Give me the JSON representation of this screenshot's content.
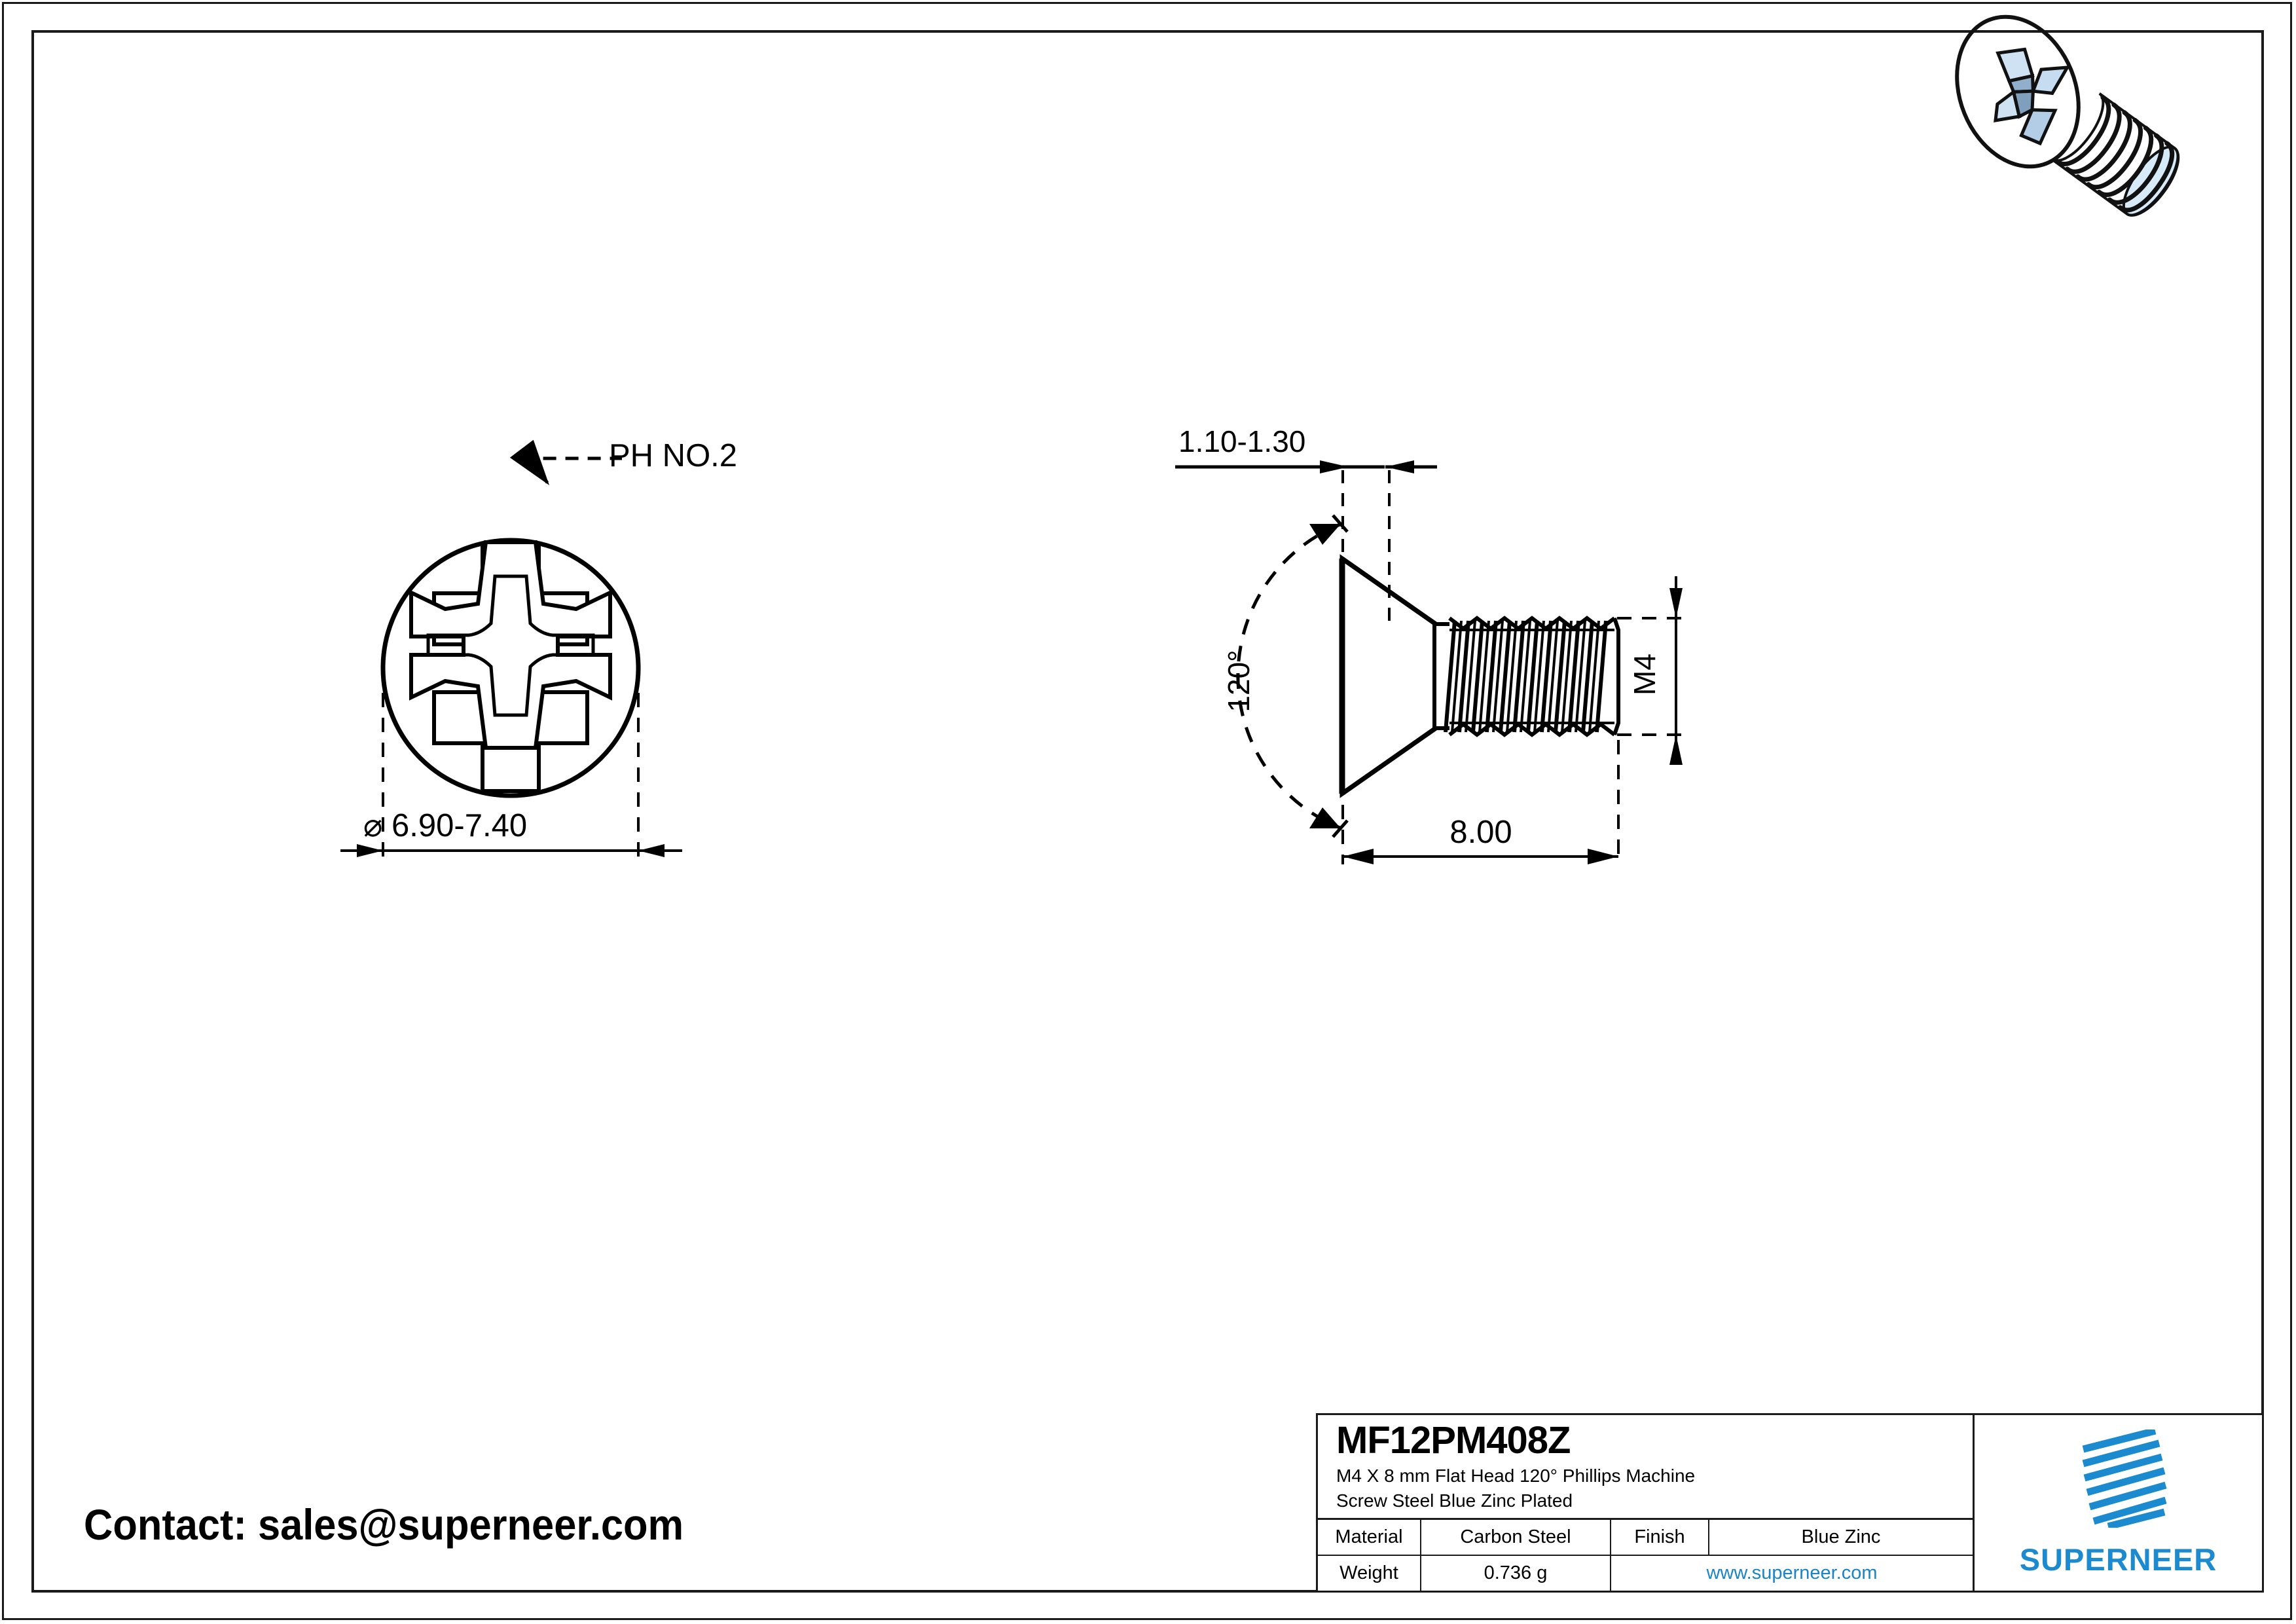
{
  "sheet": {
    "background": "#ffffff",
    "frame_color": "#1a1a1a"
  },
  "contact": {
    "text": "Contact: sales@superneer.com"
  },
  "render_3d": {
    "name": "isometric-screw-render",
    "head_fill": "#b4d2ee",
    "shank_fill": "#cfe6f6",
    "outline": "#111111",
    "description": "M4 x 8 mm flat head 120 degree Phillips machine screw, blue zinc plated"
  },
  "top_view": {
    "leader_label": "PH NO.2",
    "diameter_dim": "⌀ 6.90-7.40",
    "head_diameter_min": 6.9,
    "head_diameter_max": 7.4,
    "drive": "Phillips PH2"
  },
  "side_view": {
    "head_height_dim": "1.10-1.30",
    "head_height_min": 1.1,
    "head_height_max": 1.3,
    "angle_dim": "120°",
    "angle_value": 120,
    "thread_dim": "M4",
    "length_dim": "8.00",
    "length_value": 8.0
  },
  "title_block": {
    "part_number": "MF12PM408Z",
    "description_line1": "M4 X 8 mm  Flat Head 120° Phillips Machine",
    "description_line2": "Screw Steel Blue Zinc Plated",
    "rows": [
      {
        "label": "Material",
        "value": "Carbon Steel",
        "label2": "Finish",
        "value2": "Blue Zinc"
      },
      {
        "label": "Weight",
        "value": "0.736 g",
        "website": "www.superneer.com"
      }
    ],
    "brand": "SUPERNEER",
    "brand_color": "#1b8ace",
    "link_color": "#1b84c6"
  }
}
